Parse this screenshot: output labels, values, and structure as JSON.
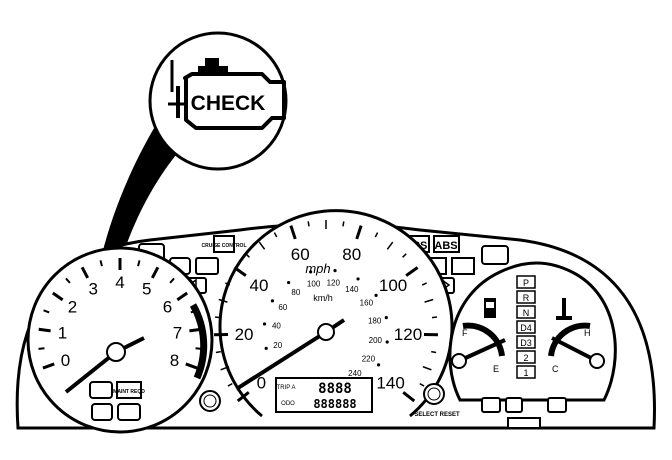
{
  "callout": {
    "label": "CHECK",
    "icon": "engine-check-icon"
  },
  "tachometer": {
    "ticks": [
      "0",
      "1",
      "2",
      "3",
      "4",
      "5",
      "6",
      "7",
      "8"
    ]
  },
  "speedometer": {
    "mph_ticks": [
      "0",
      "20",
      "40",
      "60",
      "80",
      "100",
      "120",
      "140"
    ],
    "kmh_ticks": [
      "20",
      "40",
      "60",
      "80",
      "100",
      "120",
      "140",
      "160",
      "180",
      "200",
      "220",
      "240"
    ],
    "unit_mph": "mph",
    "unit_kmh": "km/h"
  },
  "gauges": {
    "fuel_full": "F",
    "fuel_empty": "E",
    "temp_cold": "C",
    "temp_hot": "H"
  },
  "gear_indicator": [
    "P",
    "R",
    "N",
    "D4",
    "D3",
    "2",
    "1"
  ],
  "indicators": {
    "cruise": "CRUISE CONTROL",
    "srs": "SRS",
    "abs": "ABS",
    "maint": "MAINT REQD",
    "trip_a": "TRIP A",
    "odo": "ODO",
    "select_reset": "SELECT RESET"
  },
  "display": {
    "trip": "8888",
    "odo": "888888"
  },
  "colors": {
    "ink": "#000000",
    "paper": "#ffffff"
  }
}
